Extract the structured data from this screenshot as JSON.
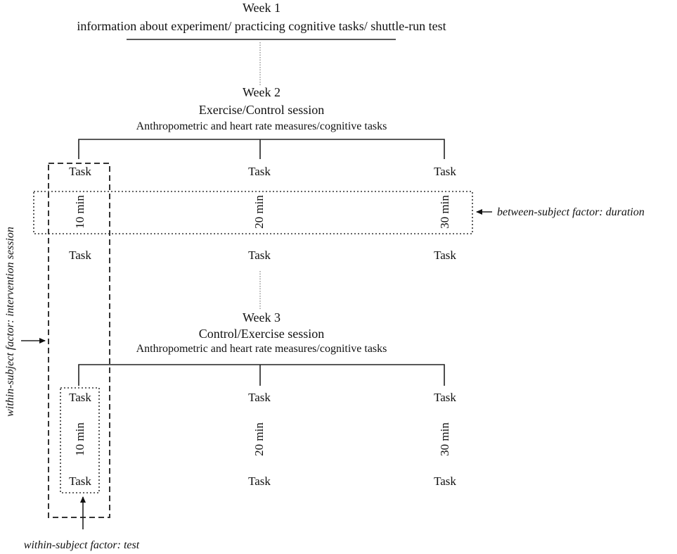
{
  "week1": {
    "title": "Week 1",
    "subtitle": "information about experiment/ practicing cognitive tasks/ shuttle-run test"
  },
  "week2": {
    "title": "Week 2",
    "subtitle": "Exercise/Control session",
    "measures": "Anthropometric and heart rate measures/cognitive tasks",
    "columns": [
      {
        "task_pre": "Task",
        "duration": "10 min",
        "task_post": "Task"
      },
      {
        "task_pre": "Task",
        "duration": "20 min",
        "task_post": "Task"
      },
      {
        "task_pre": "Task",
        "duration": "30 min",
        "task_post": "Task"
      }
    ]
  },
  "week3": {
    "title": "Week 3",
    "subtitle": "Control/Exercise session",
    "measures": "Anthropometric and heart rate measures/cognitive tasks",
    "columns": [
      {
        "task_pre": "Task",
        "duration": "10 min",
        "task_post": "Task"
      },
      {
        "task_pre": "Task",
        "duration": "20 min",
        "task_post": "Task"
      },
      {
        "task_pre": "Task",
        "duration": "30 min",
        "task_post": "Task"
      }
    ]
  },
  "annotations": {
    "between_subject": "between-subject factor: duration",
    "within_intervention": "within-subject factor: intervention session",
    "within_test": "within-subject factor: test"
  }
}
